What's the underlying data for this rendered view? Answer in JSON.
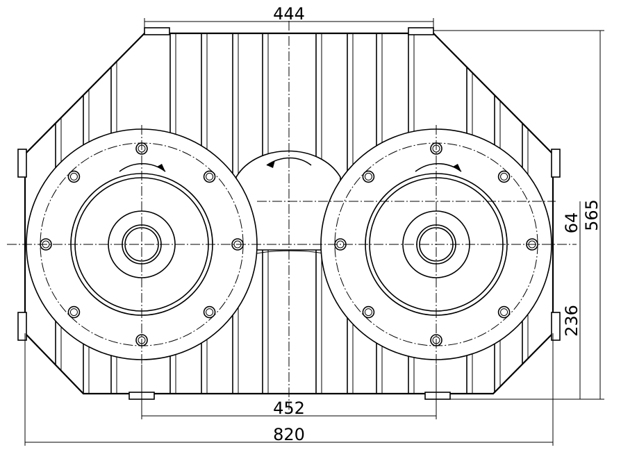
{
  "dimensions": {
    "top_width": "444",
    "center_distance": "452",
    "overall_width": "820",
    "overall_height": "565",
    "center_offset": "64",
    "axis_height": "236"
  },
  "colors": {
    "line": "#000000",
    "background": "#ffffff"
  }
}
